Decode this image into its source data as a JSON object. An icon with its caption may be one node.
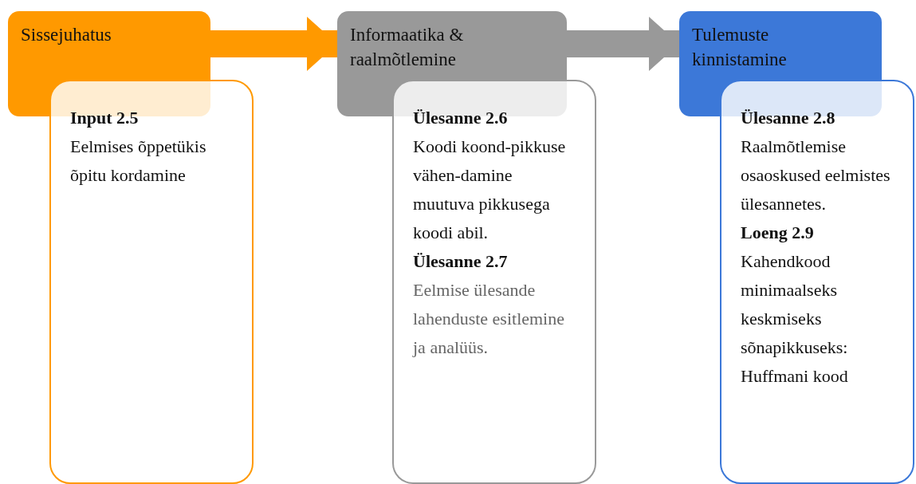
{
  "diagram": {
    "nodes": [
      {
        "text": [
          "Sissejuhatus"
        ]
      },
      {
        "text": [
          "Input 2.5",
          "Eelmises õppetükis õpitu kordamine"
        ]
      },
      {
        "text": [
          "Informaatika & raalmõtlemine"
        ]
      },
      {
        "text": [
          "Ülesanne 2.6",
          "Koodi koond-pikkuse vähen-damine muutuva pikkusega koodi abil.",
          "Ülesanne 2.7",
          "Eelmise ülesande lahenduste esitlemine ja analüüs."
        ]
      },
      {
        "text": [
          "Tulemuste kinnistamine"
        ]
      },
      {
        "text": [
          "Ülesanne 2.8",
          "Raalmõtlemise osaoskused eelmistes ülesannetes.",
          "Loeng 2.9",
          "Kahendkood minimaalseks keskmiseks sõnapikkuseks: Huffmani kood"
        ]
      }
    ],
    "edges": [
      {
        "from": 0,
        "to": 2,
        "arrow": "to",
        "color": "#ff9900"
      },
      {
        "from": 2,
        "to": 4,
        "arrow": "to",
        "color": "#999999"
      }
    ]
  }
}
